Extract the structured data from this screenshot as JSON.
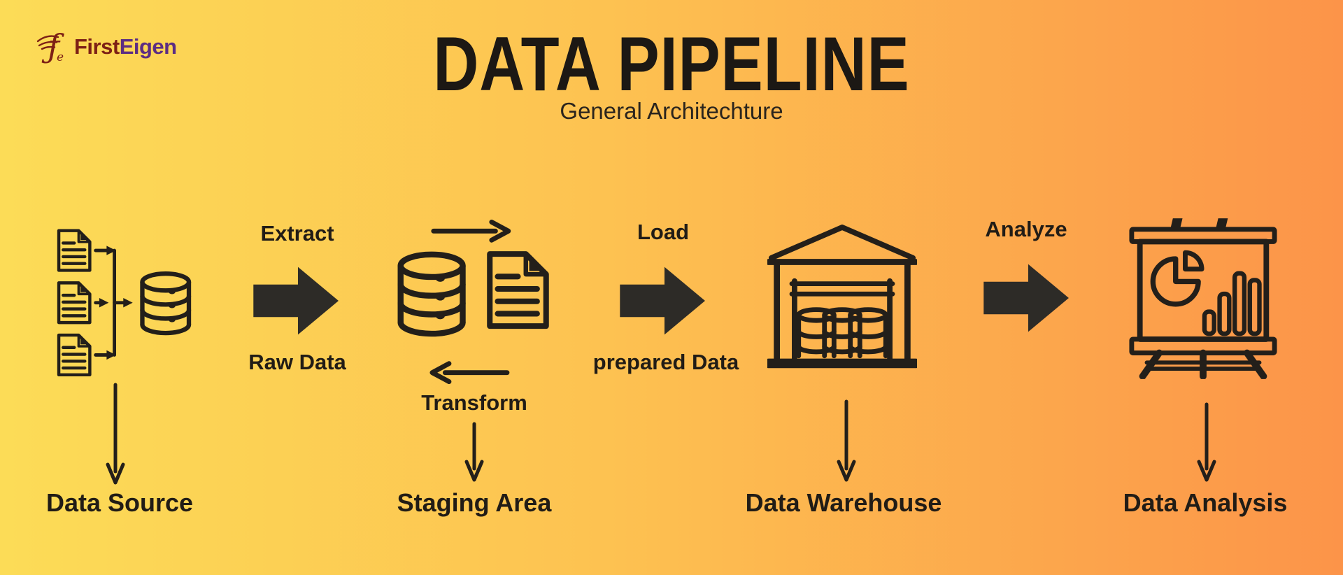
{
  "background": {
    "gradient_left": "#fcdc57",
    "gradient_right": "#fc9449"
  },
  "logo": {
    "icon": "firsteigen-fe-mark",
    "text_first": "First",
    "text_eigen": "Eigen",
    "color_first": "#7d2015",
    "color_eigen": "#5c2d83"
  },
  "header": {
    "title": "DATA PIPELINE",
    "subtitle": "General Architechture"
  },
  "stages": [
    {
      "key": "data-source",
      "label": "Data Source",
      "icon": "documents-to-database-icon"
    },
    {
      "key": "staging-area",
      "label": "Staging Area",
      "icon": "database-document-sync-icon",
      "aux_label": "Transform"
    },
    {
      "key": "data-warehouse",
      "label": "Data Warehouse",
      "icon": "warehouse-icon"
    },
    {
      "key": "data-analysis",
      "label": "Data Analysis",
      "icon": "presentation-charts-icon"
    }
  ],
  "connectors": [
    {
      "key": "extract",
      "top_label": "Extract",
      "bottom_label": "Raw Data"
    },
    {
      "key": "load",
      "top_label": "Load",
      "bottom_label": "prepared Data"
    },
    {
      "key": "analyze",
      "top_label": "Analyze",
      "bottom_label": ""
    }
  ],
  "colors": {
    "ink": "#231f1a",
    "block_arrow": "#2d2b27"
  }
}
